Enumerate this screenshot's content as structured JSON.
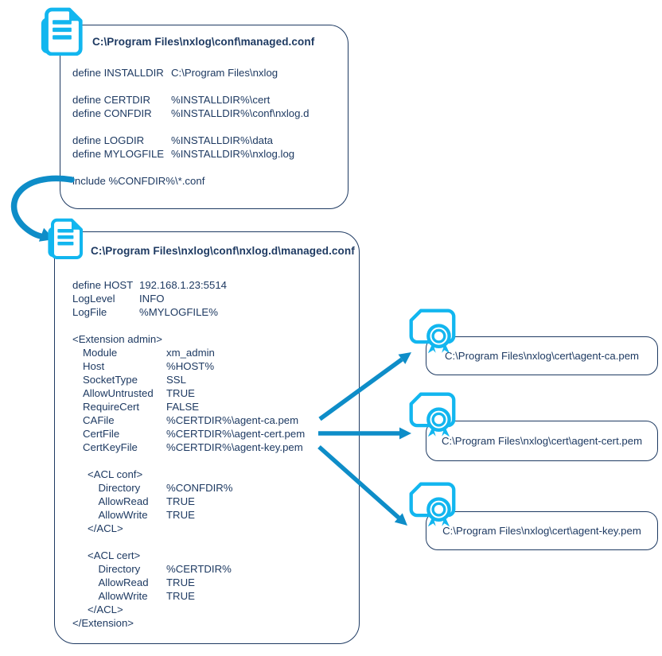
{
  "palette": {
    "text_navy": "#1e3a62",
    "icon_cyan": "#12b6ef",
    "arrow_blue": "#0e8dc8",
    "background": "#ffffff"
  },
  "config1": {
    "title": "C:\\Program Files\\nxlog\\conf\\managed.conf",
    "lines": [
      {
        "label": "define INSTALLDIR",
        "value": "C:\\Program Files\\nxlog"
      },
      {
        "blank": true
      },
      {
        "label": "define CERTDIR",
        "value": "%INSTALLDIR%\\cert"
      },
      {
        "label": "define CONFDIR",
        "value": "%INSTALLDIR%\\conf\\nxlog.d"
      },
      {
        "blank": true
      },
      {
        "label": "define LOGDIR",
        "value": "%INSTALLDIR%\\data"
      },
      {
        "label": "define MYLOGFILE",
        "value": "%INSTALLDIR%\\nxlog.log"
      },
      {
        "blank": true
      },
      {
        "label": "include %CONFDIR%\\*.conf"
      }
    ]
  },
  "config2": {
    "title": "C:\\Program Files\\nxlog\\conf\\nxlog.d\\managed.conf",
    "lines": [
      {
        "label": "define HOST",
        "value": "192.168.1.23:5514",
        "vc": "near"
      },
      {
        "label": "LogLevel",
        "value": "INFO",
        "vc": "near"
      },
      {
        "label": "LogFile",
        "value": "%MYLOGFILE%",
        "vc": "near"
      },
      {
        "blank": true
      },
      {
        "label": "<Extension admin>"
      },
      {
        "label": "Module",
        "value": "xm_admin",
        "indent": 1
      },
      {
        "label": "Host",
        "value": "%HOST%",
        "indent": 1
      },
      {
        "label": "SocketType",
        "value": "SSL",
        "indent": 1
      },
      {
        "label": "AllowUntrusted",
        "value": "TRUE",
        "indent": 1
      },
      {
        "label": "RequireCert",
        "value": "FALSE",
        "indent": 1
      },
      {
        "label": "CAFile",
        "value": "%CERTDIR%\\agent-ca.pem",
        "indent": 1
      },
      {
        "label": "CertFile",
        "value": "%CERTDIR%\\agent-cert.pem",
        "indent": 1
      },
      {
        "label": "CertKeyFile",
        "value": "%CERTDIR%\\agent-key.pem",
        "indent": 1
      },
      {
        "blank": true
      },
      {
        "label": "<ACL conf>",
        "indent": 2
      },
      {
        "label": "Directory",
        "value": "%CONFDIR%",
        "indent": 3
      },
      {
        "label": "AllowRead",
        "value": "TRUE",
        "indent": 3
      },
      {
        "label": "AllowWrite",
        "value": "TRUE",
        "indent": 3
      },
      {
        "label": "</ACL>",
        "indent": 2
      },
      {
        "blank": true
      },
      {
        "label": "<ACL cert>",
        "indent": 2
      },
      {
        "label": "Directory",
        "value": "%CERTDIR%",
        "indent": 3
      },
      {
        "label": "AllowRead",
        "value": "TRUE",
        "indent": 3
      },
      {
        "label": "AllowWrite",
        "value": "TRUE",
        "indent": 3
      },
      {
        "label": "</ACL>",
        "indent": 2
      },
      {
        "label": "</Extension>"
      }
    ]
  },
  "certs": [
    {
      "path": "C:\\Program Files\\nxlog\\cert\\agent-ca.pem"
    },
    {
      "path": "C:\\Program Files\\nxlog\\cert\\agent-cert.pem"
    },
    {
      "path": "C:\\Program Files\\nxlog\\cert\\agent-key.pem"
    }
  ]
}
